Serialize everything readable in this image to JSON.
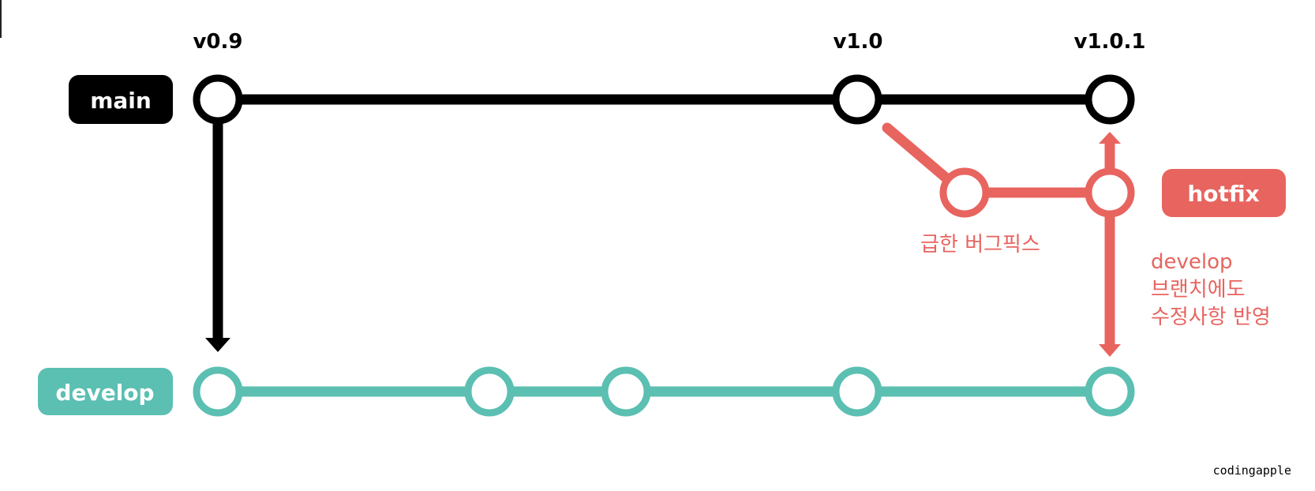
{
  "colors": {
    "main": "#000000",
    "develop": "#5bbfb2",
    "hotfix": "#e8645f",
    "label_text": "#ffffff",
    "background": "#ffffff"
  },
  "branches": {
    "main": "main",
    "develop": "develop",
    "hotfix": "hotfix"
  },
  "versions": {
    "v09": "v0.9",
    "v10": "v1.0",
    "v101": "v1.0.1"
  },
  "notes": {
    "hotfix_fix": "급한 버그픽스",
    "develop_reflect_line1": "develop",
    "develop_reflect_line2": "브랜치에도",
    "develop_reflect_line3": "수정사항 반영"
  },
  "footer": {
    "credit": "codingapple"
  }
}
